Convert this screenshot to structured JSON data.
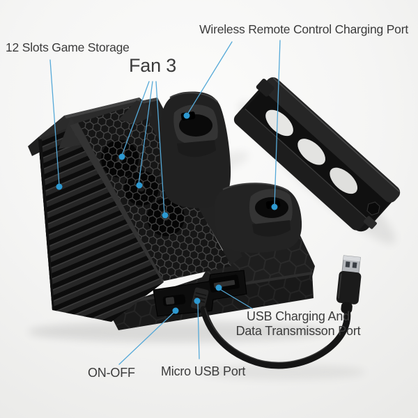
{
  "image": {
    "type": "annotated product photo",
    "subject": "Vertical cooling stand with dual controller charging docks, game storage slots, game holder bracket and USB charging cable",
    "background_color": "#f3f3f2"
  },
  "annotation_style": {
    "line_color": "#55a9d8",
    "dot_color": "#2d99d1",
    "text_color": "#3b3b3b"
  },
  "callouts": {
    "game_storage": {
      "label": "12 Slots Game Storage"
    },
    "fan": {
      "label": "Fan 3"
    },
    "wireless": {
      "label": "Wireless Remote Control Charging Port"
    },
    "usb": {
      "label": "USB Charging And\nData Transmisson Port"
    },
    "micro_usb": {
      "label": "Micro USB Port"
    },
    "on_off": {
      "label": "ON-OFF"
    }
  },
  "product_parts": {
    "storage_tower": "12-slot game storage ribs",
    "cooling_mesh": "honeycomb fan grill with 3 fans",
    "dock_rear": "controller charging dock (rear)",
    "dock_front": "controller charging dock (front)",
    "bracket": "game holder bracket",
    "power_switch": "ON-OFF switch",
    "micro_usb_port": "micro USB port with plugged cable",
    "usb_port": "USB charging / data port",
    "usb_cable": "USB cable with USB-A connector"
  },
  "palette": {
    "product_black": "#1c1c1c",
    "mesh_line": "#4a4a4a",
    "metal": "#b6b9bd"
  }
}
